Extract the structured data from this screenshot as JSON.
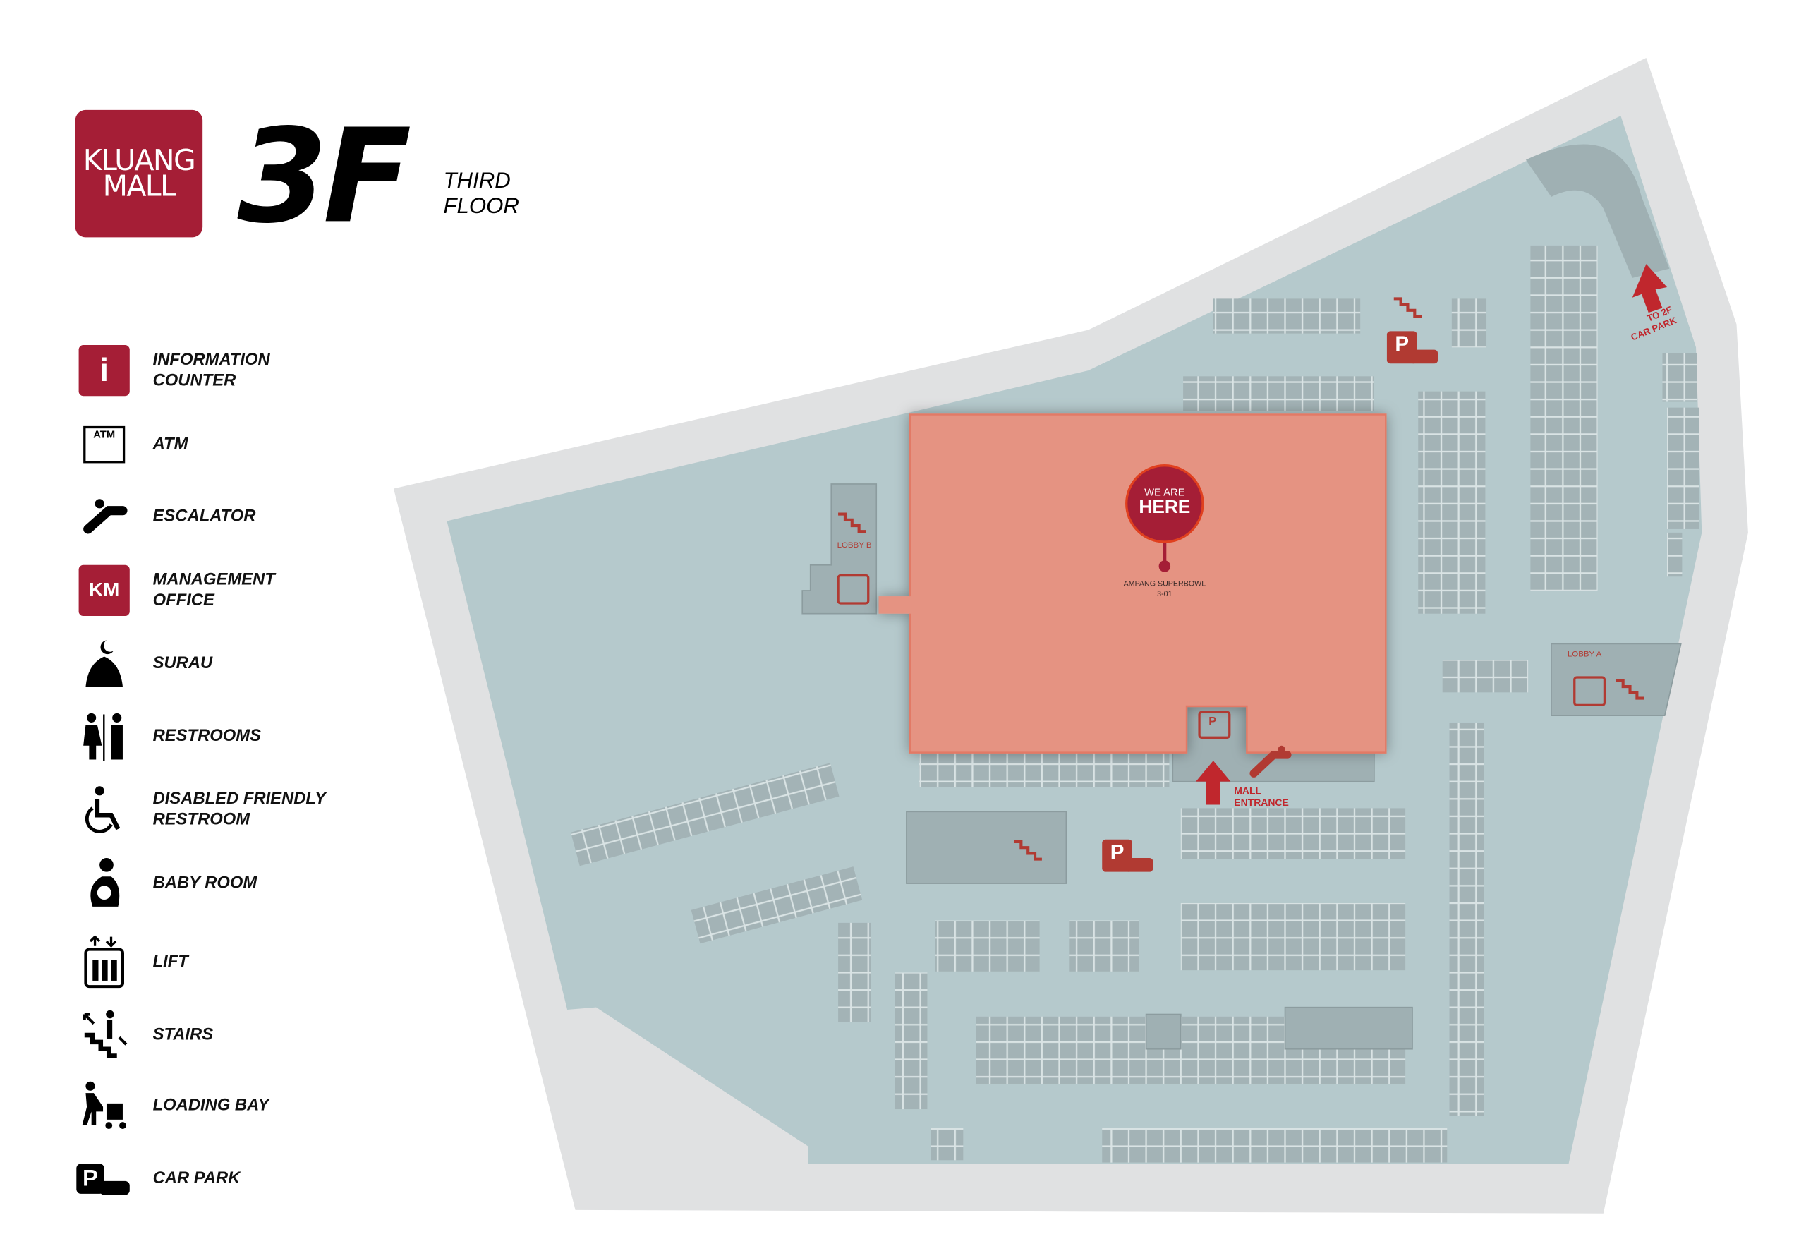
{
  "brand": {
    "logo_line1": "KLUANG",
    "logo_line2": "MALL",
    "floor_code": "3F",
    "floor_name_line1": "THIRD",
    "floor_name_line2": "FLOOR"
  },
  "legend": [
    {
      "icon": "info-icon",
      "label": "INFORMATION\nCOUNTER"
    },
    {
      "icon": "atm-icon",
      "label": "ATM"
    },
    {
      "icon": "escalator-icon",
      "label": "ESCALATOR"
    },
    {
      "icon": "management-office-icon",
      "label": "MANAGEMENT\nOFFICE"
    },
    {
      "icon": "surau-icon",
      "label": "SURAU"
    },
    {
      "icon": "restrooms-icon",
      "label": "RESTROOMS"
    },
    {
      "icon": "disabled-icon",
      "label": "DISABLED FRIENDLY\nRESTROOM"
    },
    {
      "icon": "baby-room-icon",
      "label": "BABY ROOM"
    },
    {
      "icon": "lift-icon",
      "label": "LIFT"
    },
    {
      "icon": "stairs-icon",
      "label": "STAIRS"
    },
    {
      "icon": "loading-bay-icon",
      "label": "LOADING BAY"
    },
    {
      "icon": "car-park-icon",
      "label": "CAR PARK"
    }
  ],
  "legend_icon_text": {
    "atm": "ATM",
    "info": "i",
    "km": "KM",
    "parking": "P"
  },
  "map": {
    "marker": {
      "line1": "WE ARE",
      "line2": "HERE"
    },
    "tenant": {
      "name": "AMPANG SUPERBOWL",
      "unit": "3-01"
    },
    "lobby_b": "LOBBY B",
    "lobby_a": "LOBBY A",
    "entrance_line1": "MALL",
    "entrance_line2": "ENTRANCE",
    "to_carpark_line1": "TO 2F",
    "to_carpark_line2": "CAR PARK",
    "parking_letter": "P"
  },
  "colors": {
    "brand": "#a51e36",
    "tenant": "#e59382",
    "accent": "#c0272d",
    "floor": "#b5c9cc",
    "border": "#e0e1e2",
    "stalls": "#9fb0b3"
  }
}
